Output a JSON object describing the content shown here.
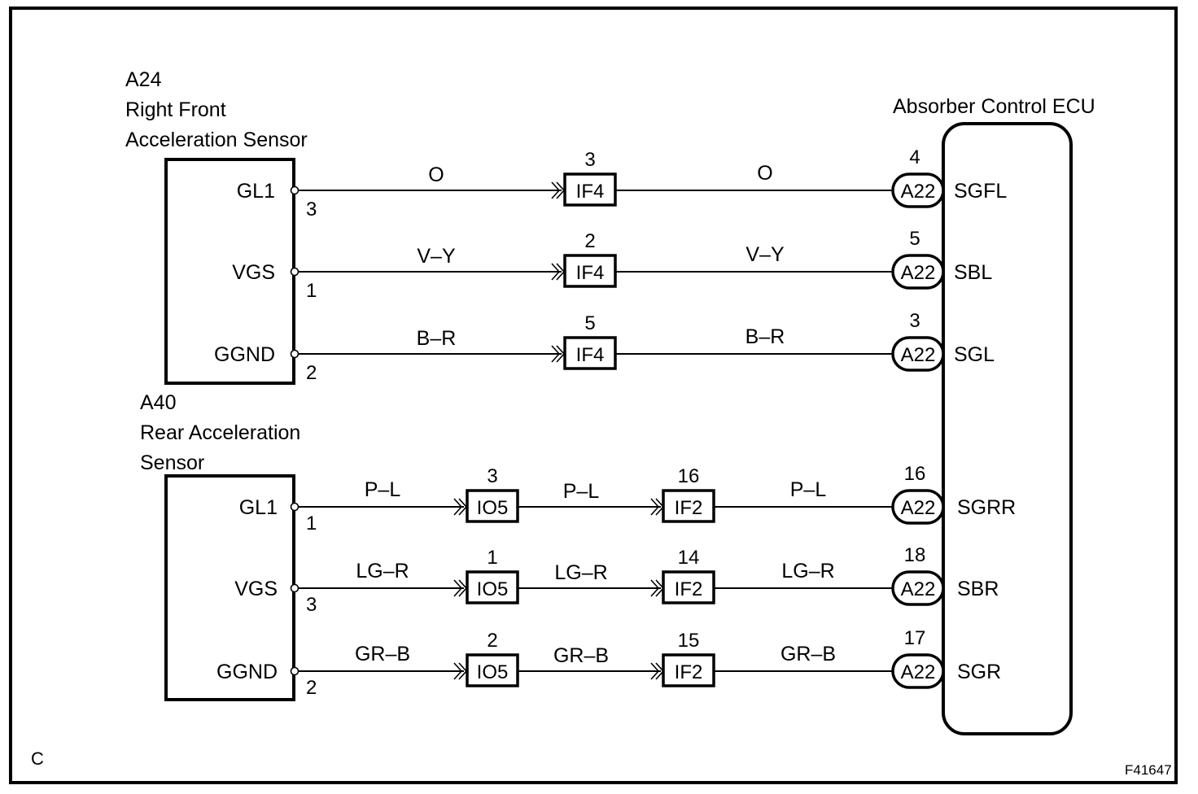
{
  "figure_id": "F41647",
  "corner_mark": "C",
  "ecu": {
    "title": "Absorber Control ECU",
    "connector": "A22"
  },
  "sensors": [
    {
      "id": "A24",
      "name_lines": [
        "Right Front",
        "Acceleration Sensor"
      ],
      "circuits": [
        {
          "terminal": "GL1",
          "sensor_pin": "3",
          "wire_color_1": "O",
          "junctions": [
            {
              "name": "IF4",
              "pin": "3"
            }
          ],
          "wire_color_2": "O",
          "ecu_pin": "4",
          "ecu_terminal": "SGFL"
        },
        {
          "terminal": "VGS",
          "sensor_pin": "1",
          "wire_color_1": "V–Y",
          "junctions": [
            {
              "name": "IF4",
              "pin": "2"
            }
          ],
          "wire_color_2": "V–Y",
          "ecu_pin": "5",
          "ecu_terminal": "SBL"
        },
        {
          "terminal": "GGND",
          "sensor_pin": "2",
          "wire_color_1": "B–R",
          "junctions": [
            {
              "name": "IF4",
              "pin": "5"
            }
          ],
          "wire_color_2": "B–R",
          "ecu_pin": "3",
          "ecu_terminal": "SGL"
        }
      ]
    },
    {
      "id": "A40",
      "name_lines": [
        "Rear Acceleration",
        "Sensor"
      ],
      "circuits": [
        {
          "terminal": "GL1",
          "sensor_pin": "1",
          "wire_color_1": "P–L",
          "junctions": [
            {
              "name": "IO5",
              "pin": "3"
            },
            {
              "name": "IF2",
              "pin": "16"
            }
          ],
          "wire_color_2": "P–L",
          "wire_color_3": "P–L",
          "ecu_pin": "16",
          "ecu_terminal": "SGRR"
        },
        {
          "terminal": "VGS",
          "sensor_pin": "3",
          "wire_color_1": "LG–R",
          "junctions": [
            {
              "name": "IO5",
              "pin": "1"
            },
            {
              "name": "IF2",
              "pin": "14"
            }
          ],
          "wire_color_2": "LG–R",
          "wire_color_3": "LG–R",
          "ecu_pin": "18",
          "ecu_terminal": "SBR"
        },
        {
          "terminal": "GGND",
          "sensor_pin": "2",
          "wire_color_1": "GR–B",
          "junctions": [
            {
              "name": "IO5",
              "pin": "2"
            },
            {
              "name": "IF2",
              "pin": "15"
            }
          ],
          "wire_color_2": "GR–B",
          "wire_color_3": "GR–B",
          "ecu_pin": "17",
          "ecu_terminal": "SGR"
        }
      ]
    }
  ]
}
